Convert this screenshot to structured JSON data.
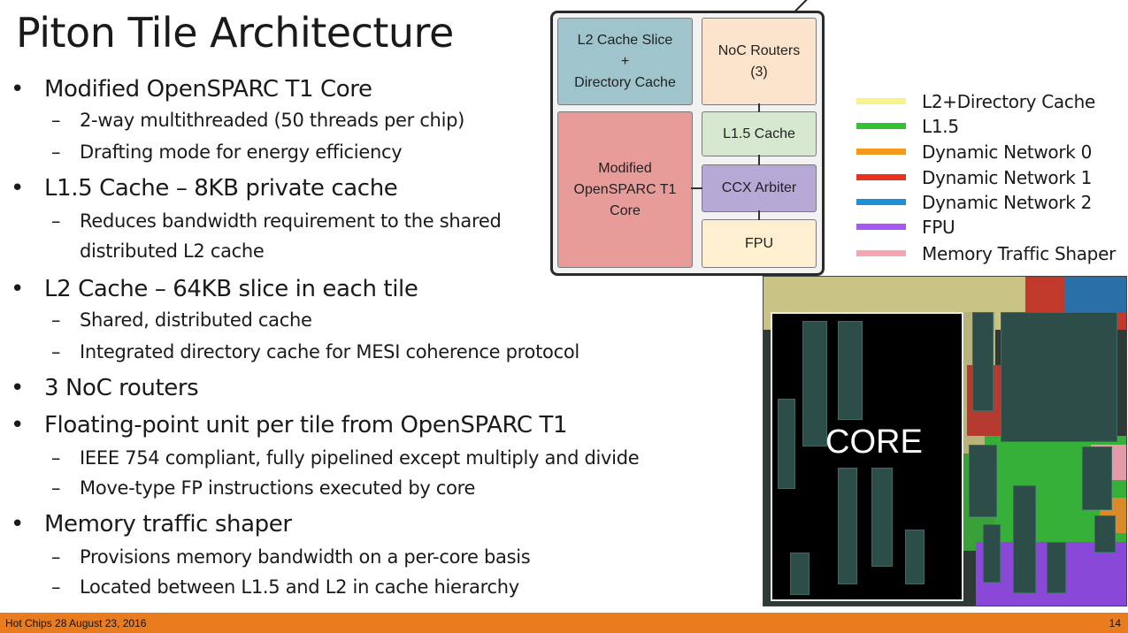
{
  "slide": {
    "title": "Piton Tile Architecture",
    "bullets": [
      {
        "text": "Modified OpenSPARC T1 Core",
        "subs": [
          "2-way multithreaded (50 threads per chip)",
          "Drafting mode for energy efficiency"
        ]
      },
      {
        "text": "L1.5 Cache – 8KB private cache",
        "subs": [
          "Reduces bandwidth requirement to the shared",
          "distributed L2 cache"
        ]
      },
      {
        "text": "L2 Cache – 64KB slice in each tile",
        "subs": [
          "Shared, distributed cache",
          "Integrated directory cache for MESI coherence protocol"
        ]
      },
      {
        "text": "3 NoC routers",
        "subs": []
      },
      {
        "text": "Floating-point unit per tile from OpenSPARC T1",
        "subs": [
          "IEEE 754 compliant, fully pipelined except multiply and divide",
          "Move-type FP instructions executed by core"
        ]
      },
      {
        "text": "Memory traffic shaper",
        "subs": [
          "Provisions memory bandwidth on a per-core basis",
          "Located between L1.5 and L2 in cache hierarchy"
        ]
      }
    ]
  },
  "diagram": {
    "blocks": {
      "l2": {
        "label": "L2 Cache Slice\n+\nDirectory Cache",
        "color": "#9fc4cb"
      },
      "noc": {
        "label": "NoC Routers\n(3)",
        "color": "#fbe3cc"
      },
      "core": {
        "label": "Modified\nOpenSPARC T1\nCore",
        "color": "#e89c9a"
      },
      "l15": {
        "label": "L1.5 Cache",
        "color": "#d6e8cf"
      },
      "ccx": {
        "label": "CCX Arbiter",
        "color": "#b6a9d6"
      },
      "fpu": {
        "label": "FPU",
        "color": "#fdefcf"
      }
    }
  },
  "legend": [
    {
      "label": "L2+Directory Cache",
      "color": "#f7f28a"
    },
    {
      "label": "L1.5",
      "color": "#35c135"
    },
    {
      "label": "Dynamic Network 0",
      "color": "#f39a1d"
    },
    {
      "label": "Dynamic Network 1",
      "color": "#e8321f"
    },
    {
      "label": "Dynamic Network 2",
      "color": "#1f8fd6"
    },
    {
      "label": "FPU",
      "color": "#a559f0"
    },
    {
      "label": "Memory Traffic Shaper",
      "color": "#f4a6b3"
    }
  ],
  "die": {
    "core_label": "CORE"
  },
  "footer": {
    "left": "Hot Chips 28 August 23, 2016",
    "page": "14"
  }
}
